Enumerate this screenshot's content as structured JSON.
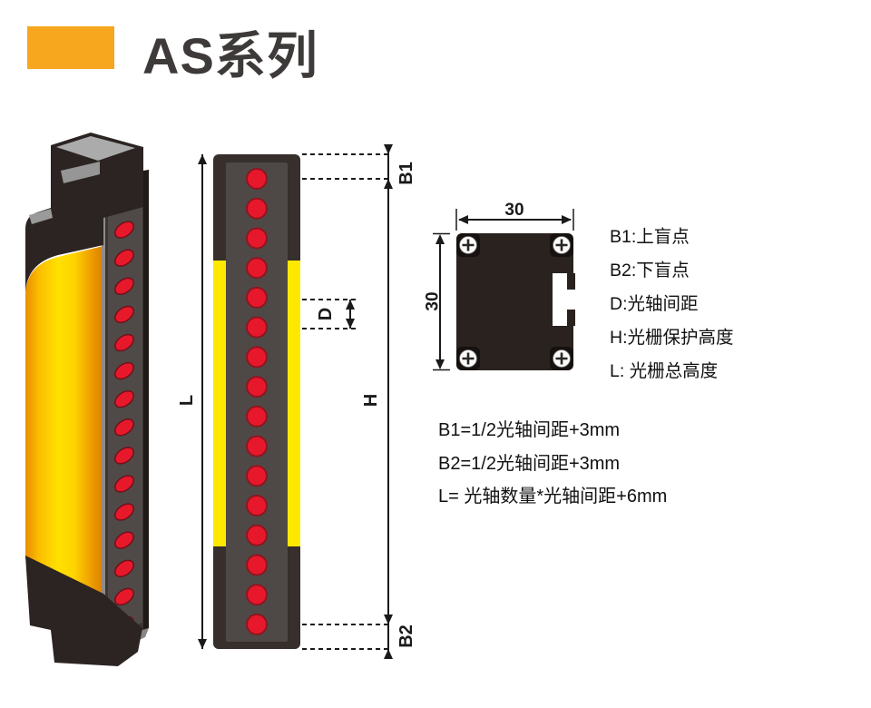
{
  "header": {
    "title": "AS系列"
  },
  "device_3d": {
    "led_count": 16
  },
  "front_view": {
    "beam_count": 16,
    "labels": {
      "b1": "B1",
      "b2": "B2",
      "d": "D",
      "l": "L",
      "h": "H"
    }
  },
  "cross_section": {
    "width_label": "30",
    "height_label": "30"
  },
  "legend": {
    "items": [
      "B1:上盲点",
      "B2:下盲点",
      "D:光轴间距",
      "H:光栅保护高度",
      "L: 光栅总高度"
    ]
  },
  "formulas": {
    "items": [
      "B1=1/2光轴间距+3mm",
      "B2=1/2光轴间距+3mm",
      "L= 光轴数量*光轴间距+6mm"
    ]
  },
  "colors": {
    "accent": "#F6A71E",
    "yellow": "#FFE800",
    "red": "#E7182B",
    "housing_dark": "#2B2422"
  }
}
